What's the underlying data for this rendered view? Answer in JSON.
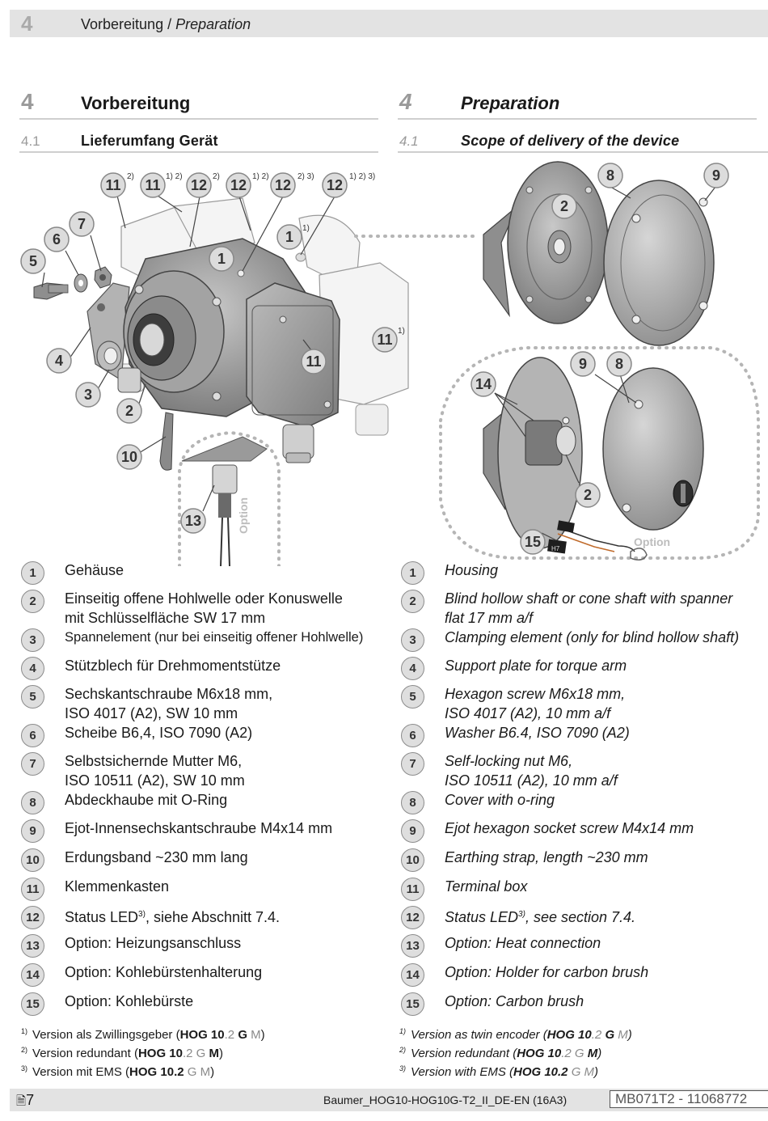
{
  "header": {
    "number": "4",
    "title_de": "Vorbereitung",
    "slash": "/",
    "title_en": "Preparation"
  },
  "left": {
    "section_num": "4",
    "section_title": "Vorbereitung",
    "subsection_num": "4.1",
    "subsection_title": "Lieferumfang Gerät",
    "items": [
      {
        "n": "1",
        "text": "Gehäuse"
      },
      {
        "n": "2",
        "text": "Einseitig offene Hohlwelle oder Konuswelle",
        "text2": "mit Schlüsselfläche SW 17 mm"
      },
      {
        "n": "3",
        "text": "Spannelement (nur bei einseitig offener Hohlwelle)"
      },
      {
        "n": "4",
        "text": "Stützblech für Drehmomentstütze"
      },
      {
        "n": "5",
        "text": "Sechskantschraube M6x18 mm,",
        "text2": "ISO 4017 (A2), SW 10 mm"
      },
      {
        "n": "6",
        "text": "Scheibe B6,4, ISO 7090 (A2)"
      },
      {
        "n": "7",
        "text": "Selbstsichernde Mutter M6,",
        "text2": "ISO 10511 (A2), SW 10 mm"
      },
      {
        "n": "8",
        "text": "Abdeckhaube mit O-Ring"
      },
      {
        "n": "9",
        "text": "Ejot-Innensechskantschraube M4x14 mm"
      },
      {
        "n": "10",
        "text": "Erdungsband ~230 mm lang"
      },
      {
        "n": "11",
        "text": "Klemmenkasten"
      },
      {
        "n": "12",
        "text": "Status LED",
        "sup": "3)",
        "text_after": ", siehe Abschnitt 7.4."
      },
      {
        "n": "13",
        "text": "Option: Heizungsanschluss"
      },
      {
        "n": "14",
        "text": "Option: Kohlebürstenhalterung"
      },
      {
        "n": "15",
        "text": "Option: Kohlebürste"
      }
    ],
    "footnotes": [
      {
        "mark": "1)",
        "pre": "Version als Zwillingsgeber (",
        "b1": "HOG 10",
        "g1": ".2 ",
        "b2": "G",
        "g2": " M",
        ")": ")"
      },
      {
        "mark": "2)",
        "pre": "Version redundant (",
        "b1": "HOG 10",
        "g1": ".2 G ",
        "b2": "M",
        "g2": "",
        ")": ")"
      },
      {
        "mark": "3)",
        "pre": "Version mit EMS (",
        "b1": "HOG 10.2",
        "g1": " G M",
        "b2": "",
        "g2": "",
        ")": ")"
      }
    ]
  },
  "right": {
    "section_num": "4",
    "section_title": "Preparation",
    "subsection_num": "4.1",
    "subsection_title": "Scope of delivery of the device",
    "items": [
      {
        "n": "1",
        "text": "Housing"
      },
      {
        "n": "2",
        "text": "Blind hollow shaft or cone shaft with spanner",
        "text2": "flat 17 mm a/f"
      },
      {
        "n": "3",
        "text": "Clamping element (only for blind hollow shaft)"
      },
      {
        "n": "4",
        "text": "Support plate for torque arm"
      },
      {
        "n": "5",
        "text": "Hexagon screw M6x18 mm,",
        "text2": "ISO 4017 (A2), 10 mm a/f"
      },
      {
        "n": "6",
        "text": "Washer B6.4, ISO 7090 (A2)"
      },
      {
        "n": "7",
        "text": "Self-locking nut M6,",
        "text2": "ISO 10511 (A2), 10 mm a/f"
      },
      {
        "n": "8",
        "text": "Cover with o-ring"
      },
      {
        "n": "9",
        "text": "Ejot hexagon socket screw M4x14 mm"
      },
      {
        "n": "10",
        "text": "Earthing strap, length ~230 mm"
      },
      {
        "n": "11",
        "text": "Terminal box"
      },
      {
        "n": "12",
        "text": "Status LED",
        "sup": "3)",
        "text_after": ", see section 7.4."
      },
      {
        "n": "13",
        "text": "Option: Heat connection"
      },
      {
        "n": "14",
        "text": "Option: Holder for carbon brush"
      },
      {
        "n": "15",
        "text": "Option: Carbon brush"
      }
    ],
    "footnotes": [
      {
        "mark": "1)",
        "pre": "Version as twin encoder (",
        "b1": "HOG 10",
        "g1": ".2 ",
        "b2": "G",
        "g2": " M",
        ")": ")"
      },
      {
        "mark": "2)",
        "pre": "Version redundant (",
        "b1": "HOG 10",
        "g1": ".2 G ",
        "b2": "M",
        "g2": "",
        ")": ")"
      },
      {
        "mark": "3)",
        "pre": "Version with EMS (",
        "b1": "HOG 10.2",
        "g1": " G M",
        "b2": "",
        "g2": "",
        ")": ")"
      }
    ]
  },
  "figure": {
    "callouts_top": [
      {
        "n": "11",
        "sup": "2)"
      },
      {
        "n": "11",
        "sup": "1) 2)"
      },
      {
        "n": "12",
        "sup": "2)"
      },
      {
        "n": "12",
        "sup": "1) 2)"
      },
      {
        "n": "12",
        "sup": "2) 3)"
      },
      {
        "n": "12",
        "sup": "1) 2) 3)"
      }
    ],
    "callout_labels": [
      "1",
      "1",
      "2",
      "3",
      "4",
      "5",
      "6",
      "7",
      "10",
      "11",
      "11",
      "13",
      "2",
      "8",
      "9",
      "9",
      "8",
      "14",
      "2",
      "15"
    ],
    "callout_sup_1": "1)",
    "option_label": "Option",
    "option_label_2": "Option",
    "brush_label": "H7"
  },
  "footer": {
    "page": "7",
    "doc": "Baumer_HOG10-HOG10G-T2_II_DE-EN  (16A3)",
    "code": "MB071T2 - 11068772"
  }
}
